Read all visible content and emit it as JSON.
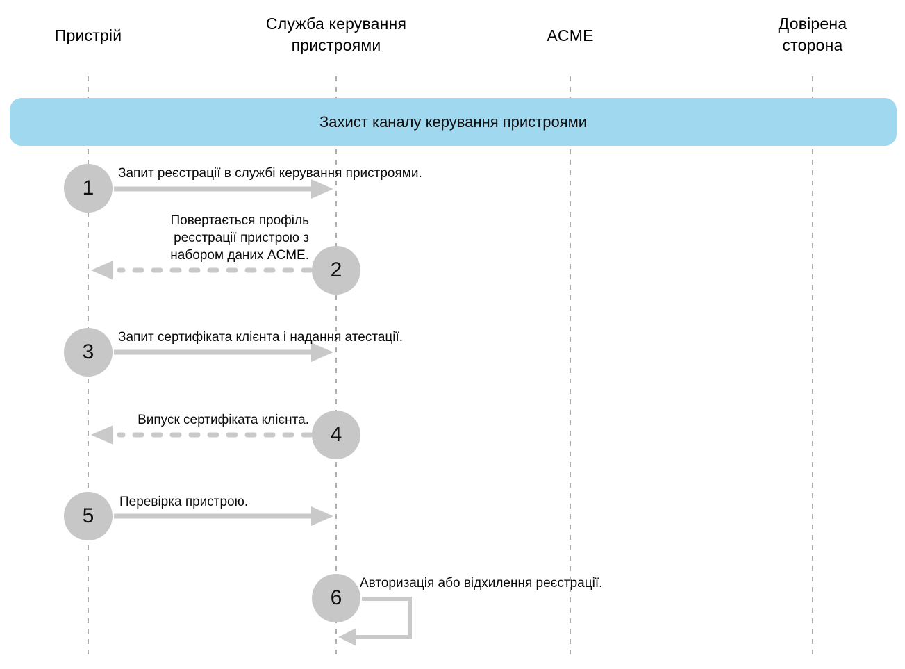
{
  "actors": [
    {
      "id": "device",
      "label": "Пристрій"
    },
    {
      "id": "mdm-service",
      "label": "Служба керування\nпристроями"
    },
    {
      "id": "acme",
      "label": "ACME"
    },
    {
      "id": "trusted-party",
      "label": "Довірена\nсторона"
    }
  ],
  "banner": {
    "label": "Захист каналу керування пристроями"
  },
  "steps": [
    {
      "number": "1",
      "label": "Запит реєстрації в службі керування пристроями.",
      "from": "device",
      "to": "mdm-service",
      "line": "solid"
    },
    {
      "number": "2",
      "label": "Повертається профіль\nреєстрації пристрою з\nнабором даних ACME.",
      "from": "mdm-service",
      "to": "device",
      "line": "dashed"
    },
    {
      "number": "3",
      "label": "Запит сертифіката клієнта і надання атестації.",
      "from": "device",
      "to": "mdm-service",
      "line": "solid"
    },
    {
      "number": "4",
      "label": "Випуск сертифіката клієнта.",
      "from": "mdm-service",
      "to": "device",
      "line": "dashed"
    },
    {
      "number": "5",
      "label": "Перевірка пристрою.",
      "from": "device",
      "to": "mdm-service",
      "line": "solid"
    },
    {
      "number": "6",
      "label": "Авторизація або відхилення реєстрації.",
      "from": "mdm-service",
      "to": "mdm-service",
      "line": "self-loop"
    }
  ],
  "colors": {
    "banner_bg": "#a0d8f0",
    "circle_fill": "#c7c7c7",
    "arrow": "#c9c9c9",
    "lifeline": "#aeaeae",
    "text": "#000000",
    "background": "#ffffff"
  }
}
